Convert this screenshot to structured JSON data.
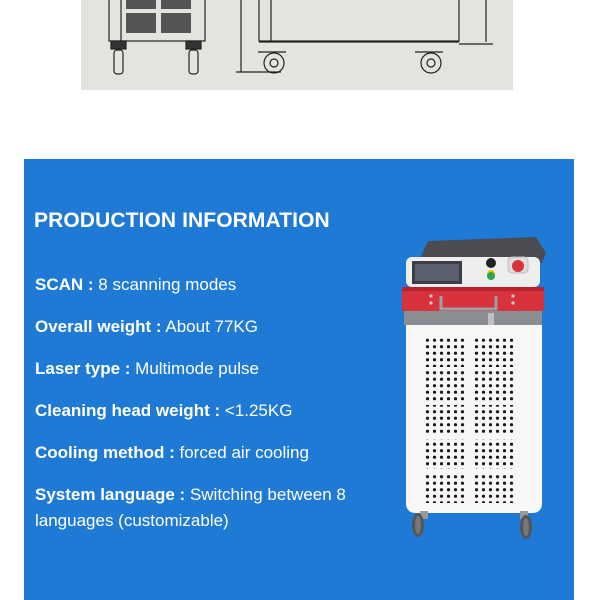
{
  "drawing": {
    "description": "technical line drawing of machine front and side views with caster wheels",
    "background": "#e4e4de"
  },
  "panel": {
    "background": "#1f7ad6",
    "title": "PRODUCTION INFORMATION",
    "specs": [
      {
        "label": "SCAN :",
        "value": " 8 scanning modes"
      },
      {
        "label": "Overall weight :",
        "value": " About 77KG"
      },
      {
        "label": "Laser type :",
        "value": " Multimode pulse"
      },
      {
        "label": "Cleaning head weight :",
        "value": " <1.25KG"
      },
      {
        "label": "Cooling method :",
        "value": " forced air cooling"
      },
      {
        "label": "System language :",
        "value": " Switching between 8 languages (customizable)"
      }
    ],
    "product_image": {
      "description": "white laser cleaning machine with red band, touchscreen, key switch, emergency stop, perforated vent panels and caster wheels",
      "accent_red": "#d8323c"
    }
  }
}
